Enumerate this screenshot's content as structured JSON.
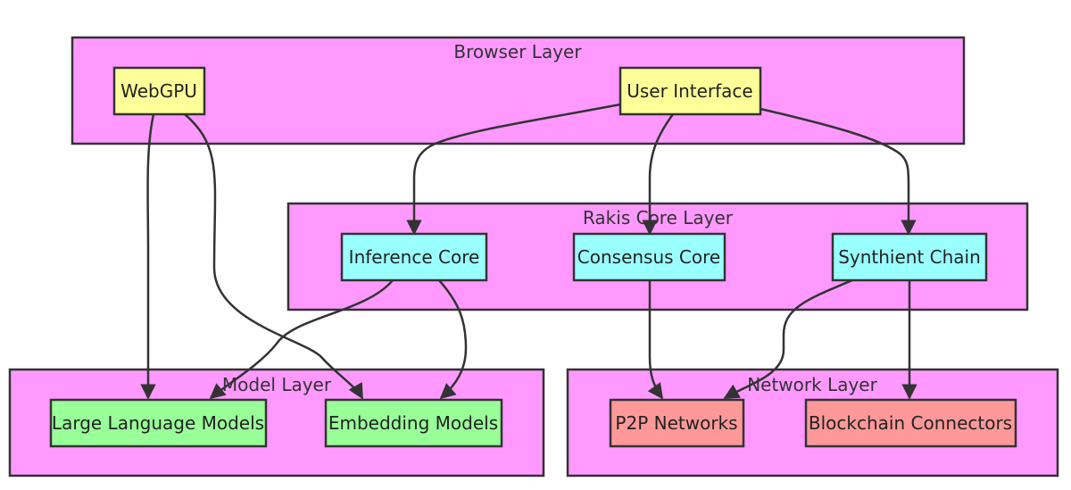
{
  "layers": {
    "browser": "Browser Layer",
    "core": "Rakis Core Layer",
    "model": "Model Layer",
    "network": "Network Layer"
  },
  "nodes": {
    "webgpu": "WebGPU",
    "user_interface": "User Interface",
    "inference_core": "Inference Core",
    "consensus_core": "Consensus Core",
    "synthient_chain": "Synthient Chain",
    "llm": "Large Language Models",
    "embedding": "Embedding Models",
    "p2p": "P2P Networks",
    "blockchain": "Blockchain Connectors"
  },
  "colors": {
    "layer_fill": "#ff99ff",
    "browser_node": "#ffff99",
    "core_node": "#99ffff",
    "model_node": "#99ff99",
    "network_node": "#ff9999",
    "stroke": "#333333"
  },
  "edges": [
    {
      "from": "webgpu",
      "to": "llm"
    },
    {
      "from": "webgpu",
      "to": "embedding"
    },
    {
      "from": "user_interface",
      "to": "inference_core"
    },
    {
      "from": "user_interface",
      "to": "consensus_core"
    },
    {
      "from": "user_interface",
      "to": "synthient_chain"
    },
    {
      "from": "inference_core",
      "to": "llm"
    },
    {
      "from": "inference_core",
      "to": "embedding"
    },
    {
      "from": "consensus_core",
      "to": "p2p"
    },
    {
      "from": "synthient_chain",
      "to": "p2p"
    },
    {
      "from": "synthient_chain",
      "to": "blockchain"
    }
  ]
}
